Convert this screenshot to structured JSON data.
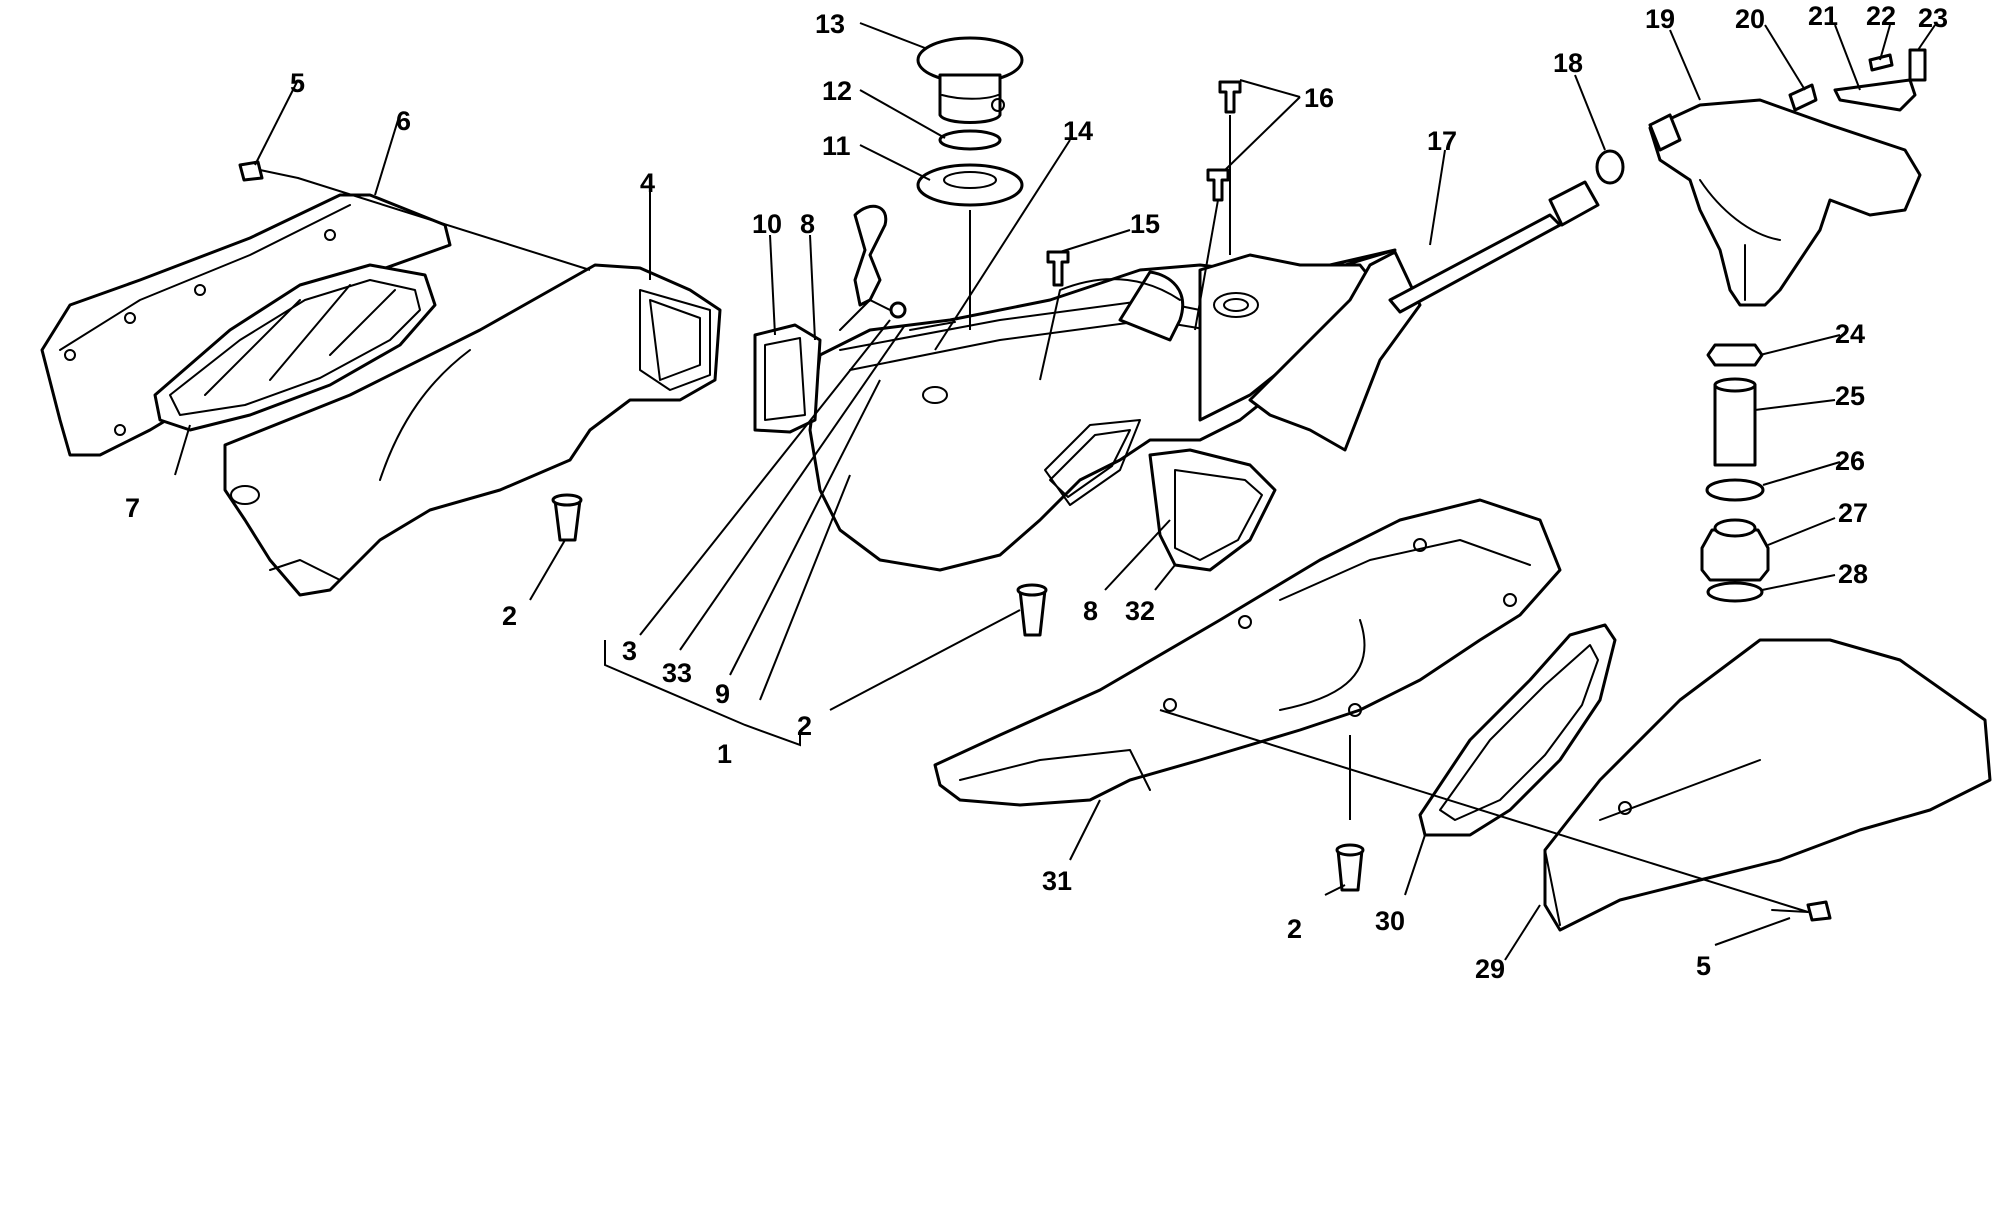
{
  "colors": {
    "ink": "#000000",
    "paper": "#ffffff"
  },
  "callouts": [
    {
      "n": "13"
    },
    {
      "n": "19"
    },
    {
      "n": "20"
    },
    {
      "n": "21"
    },
    {
      "n": "22"
    },
    {
      "n": "23"
    },
    {
      "n": "5"
    },
    {
      "n": "12"
    },
    {
      "n": "16"
    },
    {
      "n": "18"
    },
    {
      "n": "6"
    },
    {
      "n": "11"
    },
    {
      "n": "14"
    },
    {
      "n": "17"
    },
    {
      "n": "4"
    },
    {
      "n": "10"
    },
    {
      "n": "8"
    },
    {
      "n": "15"
    },
    {
      "n": "24"
    },
    {
      "n": "25"
    },
    {
      "n": "26"
    },
    {
      "n": "7"
    },
    {
      "n": "27"
    },
    {
      "n": "28"
    },
    {
      "n": "2"
    },
    {
      "n": "8"
    },
    {
      "n": "32"
    },
    {
      "n": "3"
    },
    {
      "n": "33"
    },
    {
      "n": "9"
    },
    {
      "n": "2"
    },
    {
      "n": "1"
    },
    {
      "n": "31"
    },
    {
      "n": "2"
    },
    {
      "n": "30"
    },
    {
      "n": "5"
    },
    {
      "n": "29"
    }
  ]
}
